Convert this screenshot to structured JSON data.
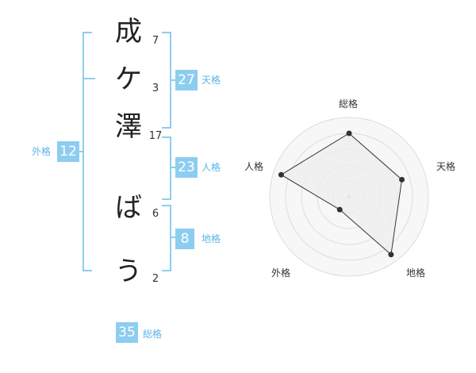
{
  "name": {
    "chars": [
      {
        "char": "成",
        "strokes": "7"
      },
      {
        "char": "ケ",
        "strokes": "3"
      },
      {
        "char": "澤",
        "strokes": "17"
      },
      {
        "char": "ば",
        "strokes": "6"
      },
      {
        "char": "う",
        "strokes": "2"
      }
    ]
  },
  "fortune": {
    "tenkaku": {
      "value": "27",
      "label": "天格"
    },
    "jinkaku": {
      "value": "23",
      "label": "人格"
    },
    "chikaku": {
      "value": "8",
      "label": "地格"
    },
    "gaikaku": {
      "value": "12",
      "label": "外格"
    },
    "soukaku": {
      "value": "35",
      "label": "総格"
    }
  },
  "chart_data": {
    "type": "radar",
    "axes": [
      "総格",
      "天格",
      "地格",
      "外格",
      "人格"
    ],
    "max": 5,
    "values": [
      4,
      3.5,
      4.5,
      1,
      4.5
    ],
    "colors": {
      "fill": "#eeeeee",
      "line": "#333333",
      "grid": "#dddddd",
      "accent": "#8dcdf0"
    }
  }
}
